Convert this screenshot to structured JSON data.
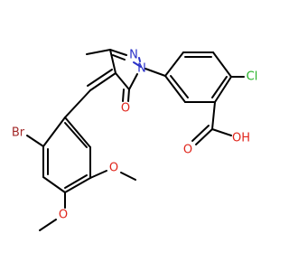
{
  "atoms": {
    "n_pyrazole_2": "N",
    "n_pyrazole_1": "N",
    "o_carbonyl": "O",
    "cl": "Cl",
    "br": "Br",
    "o_acid_carbonyl": "O",
    "oh": "OH",
    "o_methoxy_5": "O",
    "o_methoxy_4": "O"
  },
  "colors": {
    "carbon": "#000000",
    "nitrogen": "#2a31c8",
    "oxygen": "#e0251b",
    "bromine": "#a32a2a",
    "chlorine": "#24b126"
  }
}
